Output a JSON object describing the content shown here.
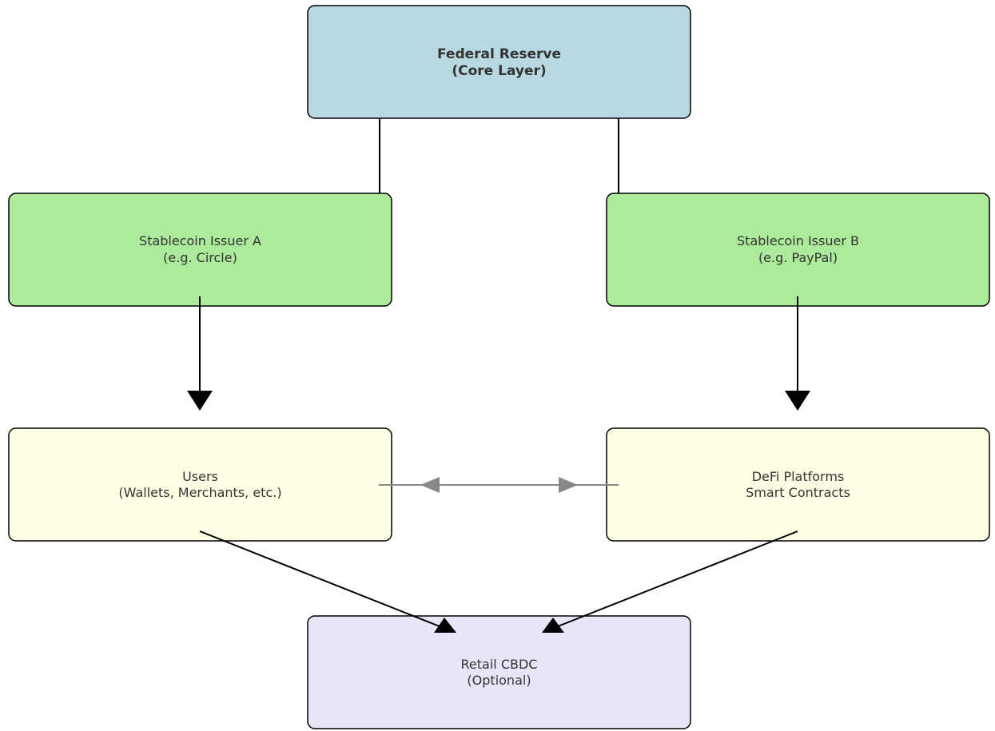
{
  "nodes": {
    "fed": {
      "line1": "Federal Reserve",
      "line2": "(Core Layer)",
      "fill": "#b8d8e2"
    },
    "issuer_a": {
      "line1": "Stablecoin Issuer A",
      "line2": "(e.g. Circle)",
      "fill": "#acea9c"
    },
    "issuer_b": {
      "line1": "Stablecoin Issuer B",
      "line2": "(e.g. PayPal)",
      "fill": "#acea9c"
    },
    "users": {
      "line1": "Users",
      "line2": "(Wallets, Merchants, etc.)",
      "fill": "#ffffe5"
    },
    "defi": {
      "line1": "DeFi Platforms",
      "line2": "Smart Contracts",
      "fill": "#ffffe5"
    },
    "cbdc": {
      "line1": "Retail CBDC",
      "line2": "(Optional)",
      "fill": "#e6e6f8"
    }
  },
  "edges": [
    {
      "from": "fed",
      "to": "issuer_a",
      "style": "line"
    },
    {
      "from": "fed",
      "to": "issuer_b",
      "style": "line"
    },
    {
      "from": "issuer_a",
      "to": "users",
      "style": "arrow"
    },
    {
      "from": "issuer_b",
      "to": "defi",
      "style": "arrow"
    },
    {
      "from": "users",
      "to": "defi",
      "style": "bidirectional-gray"
    },
    {
      "from": "users",
      "to": "cbdc",
      "style": "arrow"
    },
    {
      "from": "defi",
      "to": "cbdc",
      "style": "arrow"
    }
  ],
  "colors": {
    "stroke": "#000000",
    "text": "#333333",
    "gray_arrow": "#888888"
  }
}
